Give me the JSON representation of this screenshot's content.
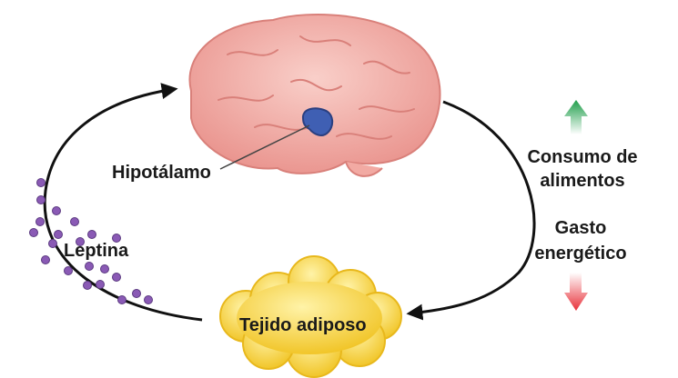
{
  "labels": {
    "hypothalamus": "Hipotálamo",
    "leptin": "Leptina",
    "adipose": "Tejido adiposo",
    "food_intake_1": "Consumo de",
    "food_intake_2": "alimentos",
    "energy_1": "Gasto",
    "energy_2": "energético"
  },
  "icons": {
    "up": "arrow-up-icon",
    "down": "arrow-down-icon"
  },
  "colors": {
    "up_arrow": "#1f9e4a",
    "down_arrow": "#e8313a",
    "brain": "#f4b8b2",
    "hypothalamus": "#3f5fb3",
    "adipose": "#f7d23c",
    "leptin_dot": "#8a5ab5",
    "cycle_arrow": "#111111"
  }
}
